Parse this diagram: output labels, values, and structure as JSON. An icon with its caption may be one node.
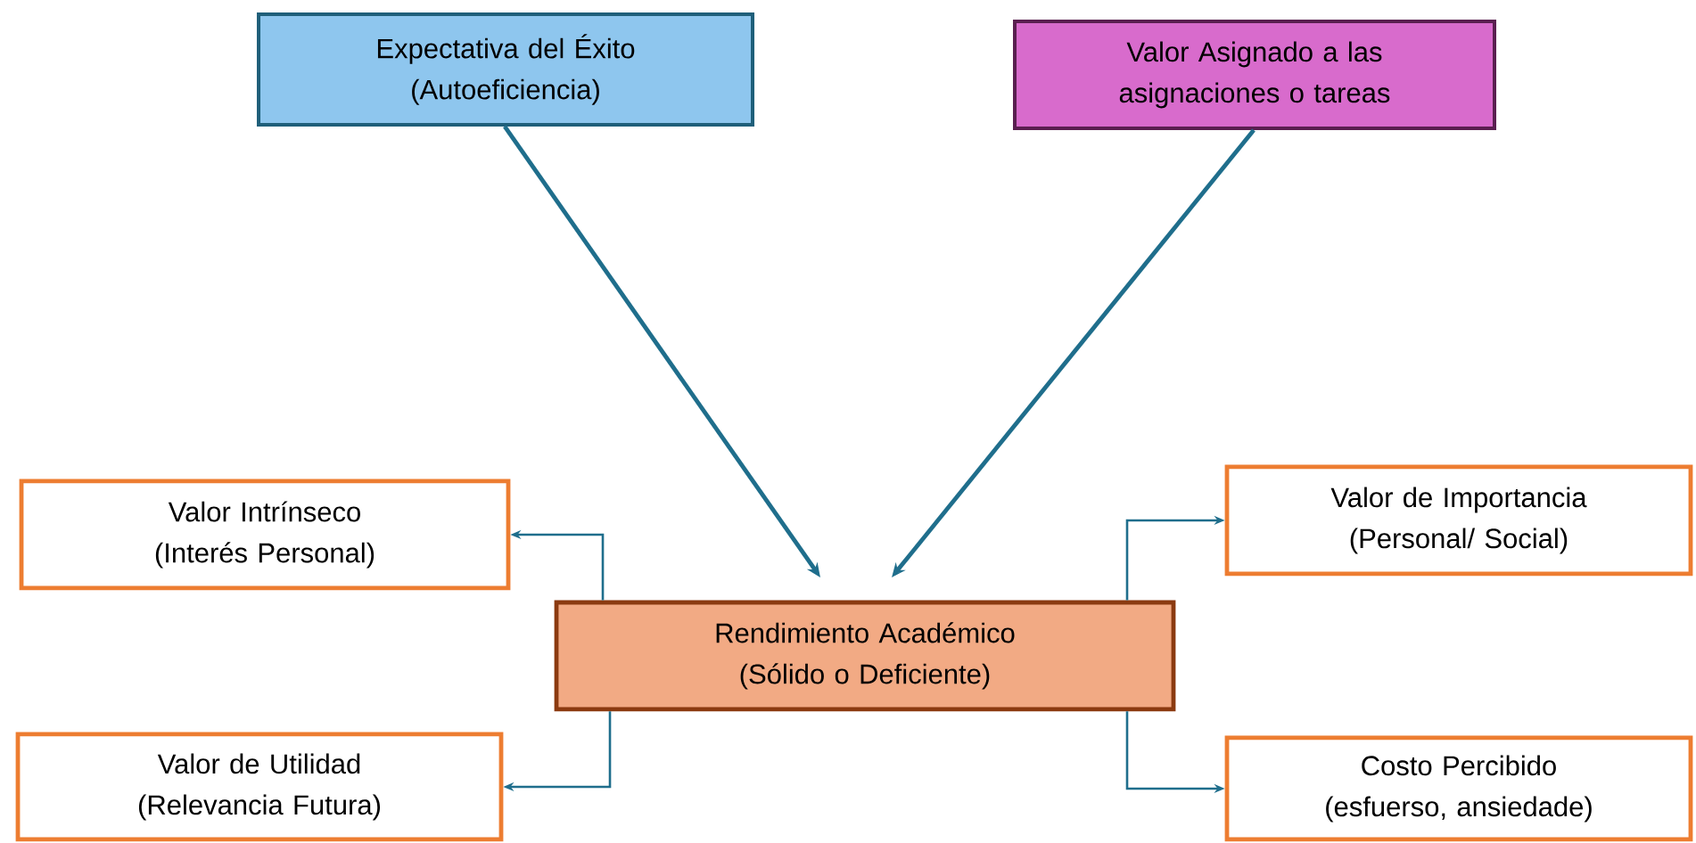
{
  "diagram": {
    "nodes": [
      {
        "text": [
          "Expectativa del Éxito (Autoeficiencia)"
        ]
      },
      {
        "text": [
          "Valor Asignado a las asignaciones o tareas"
        ]
      },
      {
        "text": [
          "Valor Intrínseco (Interés Personal)"
        ]
      },
      {
        "text": [
          "Valor de Importancia (Personal/ Social)"
        ]
      },
      {
        "text": [
          "Rendimiento Académico (Sólido o Deficiente)"
        ]
      },
      {
        "text": [
          "Valor de Utilidad (Relevancia Futura)"
        ]
      },
      {
        "text": [
          "Costo Percibido (esfuerso, ansiedade)"
        ]
      }
    ],
    "edges": [
      {
        "from": 0,
        "to": 4,
        "arrow": "to"
      },
      {
        "from": 1,
        "to": 4,
        "arrow": "to"
      },
      {
        "from": 4,
        "to": 2,
        "arrow": "to"
      },
      {
        "from": 4,
        "to": 3,
        "arrow": "to"
      },
      {
        "from": 4,
        "to": 5,
        "arrow": "to"
      },
      {
        "from": 4,
        "to": 6,
        "arrow": "to"
      }
    ]
  }
}
